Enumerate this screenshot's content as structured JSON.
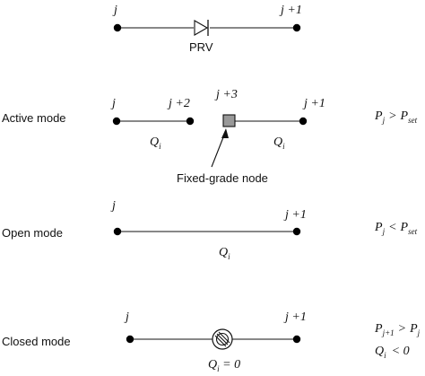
{
  "prv_section": {
    "node_left": "j",
    "node_right": "j +1",
    "device_label": "PRV"
  },
  "active_mode": {
    "label": "Active mode",
    "node_j": "j",
    "node_j2": "j +2",
    "node_j3": "j +3",
    "node_j1": "j +1",
    "flow_left": {
      "main": "Q",
      "sub": "i"
    },
    "flow_right": {
      "main": "Q",
      "sub": "i"
    },
    "fixed_grade_label": "Fixed-grade node",
    "condition": {
      "lhs": "P",
      "lhs_sub": "j",
      "op": ">",
      "rhs": "P",
      "rhs_sub": "set"
    }
  },
  "open_mode": {
    "label": "Open mode",
    "node_j": "j",
    "node_j1": "j +1",
    "flow": {
      "main": "Q",
      "sub": "i"
    },
    "condition": {
      "lhs": "P",
      "lhs_sub": "j",
      "op": "<",
      "rhs": "P",
      "rhs_sub": "set"
    }
  },
  "closed_mode": {
    "label": "Closed mode",
    "node_j": "j",
    "node_j1": "j +1",
    "flow": {
      "main": "Q",
      "sub": "i",
      "tail": " = 0"
    },
    "condition1": {
      "lhs": "P",
      "lhs_sub": "j+1",
      "op": ">",
      "rhs": "P",
      "rhs_sub": "j"
    },
    "condition2": {
      "lhs": "Q",
      "lhs_sub": "i",
      "op": "< 0"
    }
  }
}
